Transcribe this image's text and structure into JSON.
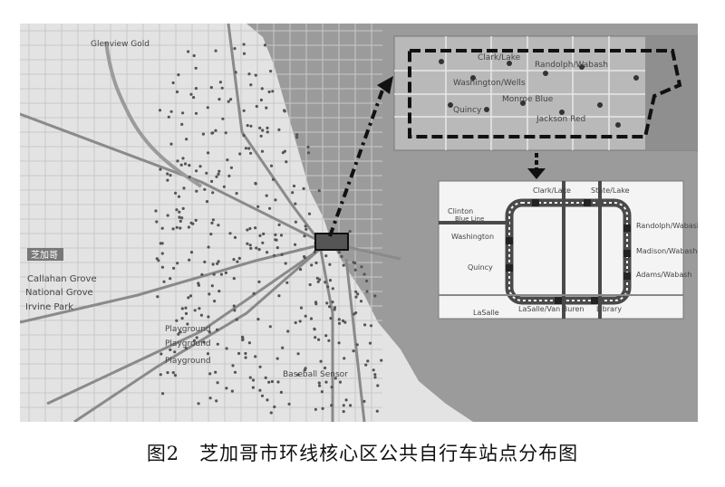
{
  "caption": "图2　芝加哥市环线核心区公共自行车站点分布图",
  "map_labels": {
    "glenview": "Glenview Gold",
    "callahan": "Callahan Grove",
    "national": "National Grove",
    "park": "Irvine Park",
    "playground1": "Playground",
    "playground2": "Playground",
    "playground3": "Playground",
    "baseball": "Baseball Sensor",
    "chicago": "芝加哥"
  },
  "inset_top_labels": {
    "clark": "Clark/Lake",
    "randolph": "Randolph/Wabash",
    "washington": "Washington/Wells",
    "monroe": "Monroe Blue",
    "quincy": "Quincy",
    "jackson": "Jackson Red"
  },
  "inset_loop_labels": {
    "clark": "Clark/Lake",
    "state": "State/Lake",
    "washington": "Washington",
    "randolph": "Randolph/Wabash",
    "madison": "Madison/Wabash",
    "adams": "Adams/Wabash",
    "quincy": "Quincy",
    "lasalle": "LaSalle/Van Buren",
    "library": "Library",
    "clinton": "Clinton",
    "blue_line": "Blue Line",
    "lasalle_bottom": "LaSalle"
  },
  "colors": {
    "background": "#e3e3e3",
    "water": "#9b9b9b",
    "roads": "#8a8a8a",
    "stations": "#555555",
    "arrow": "#111111",
    "loop_track": "#4a4a4a"
  }
}
